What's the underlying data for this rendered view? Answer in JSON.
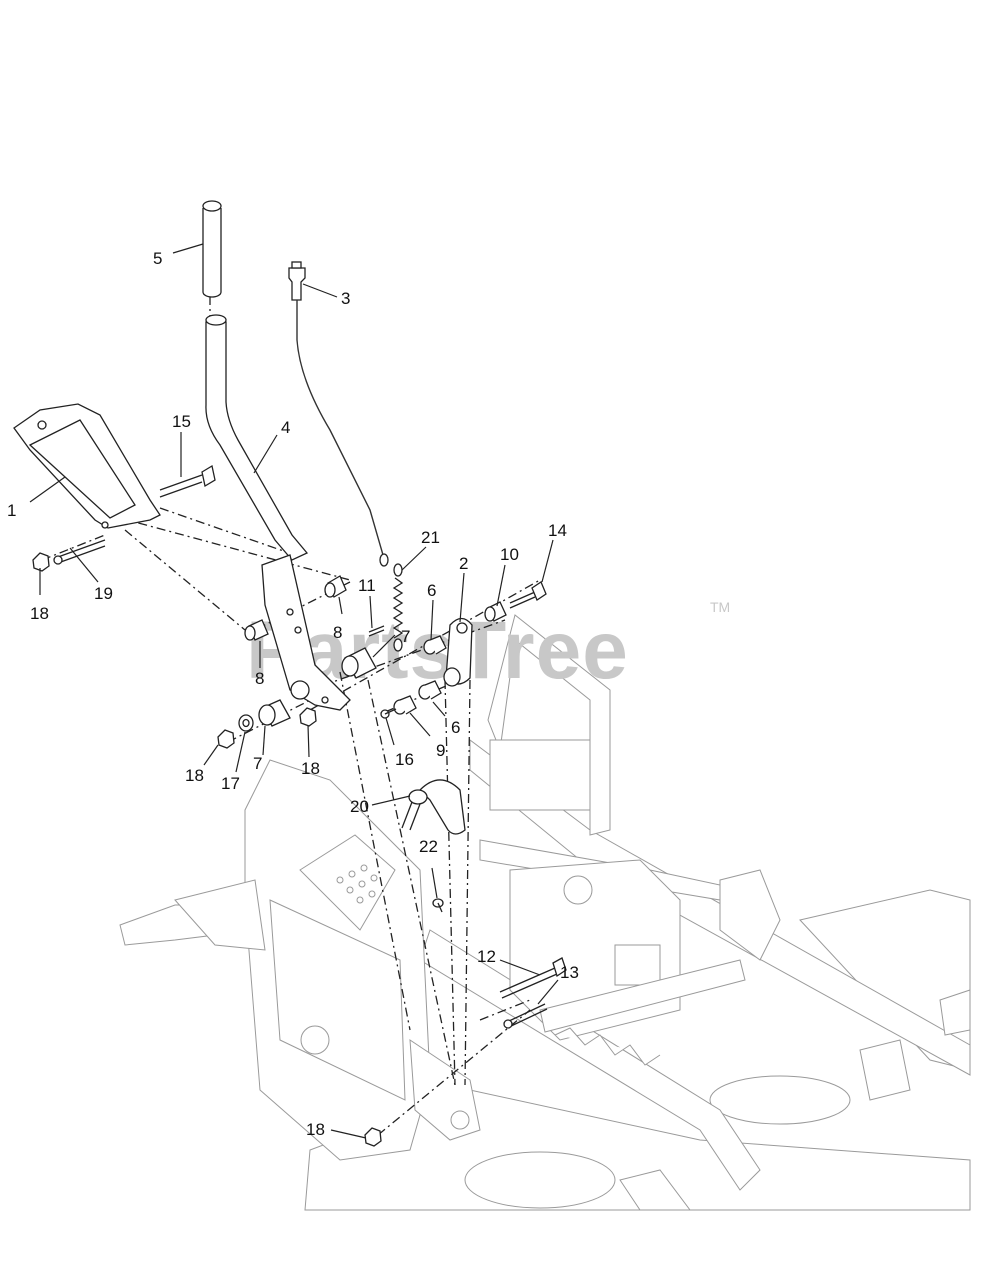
{
  "watermark": {
    "text": "PartsTree",
    "trademark": "TM"
  },
  "callouts": [
    {
      "id": "c1",
      "label": "1"
    },
    {
      "id": "c2",
      "label": "2"
    },
    {
      "id": "c3",
      "label": "3"
    },
    {
      "id": "c4",
      "label": "4"
    },
    {
      "id": "c5",
      "label": "5"
    },
    {
      "id": "c6a",
      "label": "6"
    },
    {
      "id": "c6b",
      "label": "6"
    },
    {
      "id": "c7a",
      "label": "7"
    },
    {
      "id": "c7b",
      "label": "7"
    },
    {
      "id": "c8a",
      "label": "8"
    },
    {
      "id": "c8b",
      "label": "8"
    },
    {
      "id": "c9",
      "label": "9"
    },
    {
      "id": "c10",
      "label": "10"
    },
    {
      "id": "c11",
      "label": "11"
    },
    {
      "id": "c12",
      "label": "12"
    },
    {
      "id": "c13",
      "label": "13"
    },
    {
      "id": "c14",
      "label": "14"
    },
    {
      "id": "c15",
      "label": "15"
    },
    {
      "id": "c16",
      "label": "16"
    },
    {
      "id": "c17",
      "label": "17"
    },
    {
      "id": "c18a",
      "label": "18"
    },
    {
      "id": "c18b",
      "label": "18"
    },
    {
      "id": "c18c",
      "label": "18"
    },
    {
      "id": "c18d",
      "label": "18"
    },
    {
      "id": "c19",
      "label": "19"
    },
    {
      "id": "c20",
      "label": "20"
    },
    {
      "id": "c21",
      "label": "21"
    },
    {
      "id": "c22",
      "label": "22"
    }
  ]
}
